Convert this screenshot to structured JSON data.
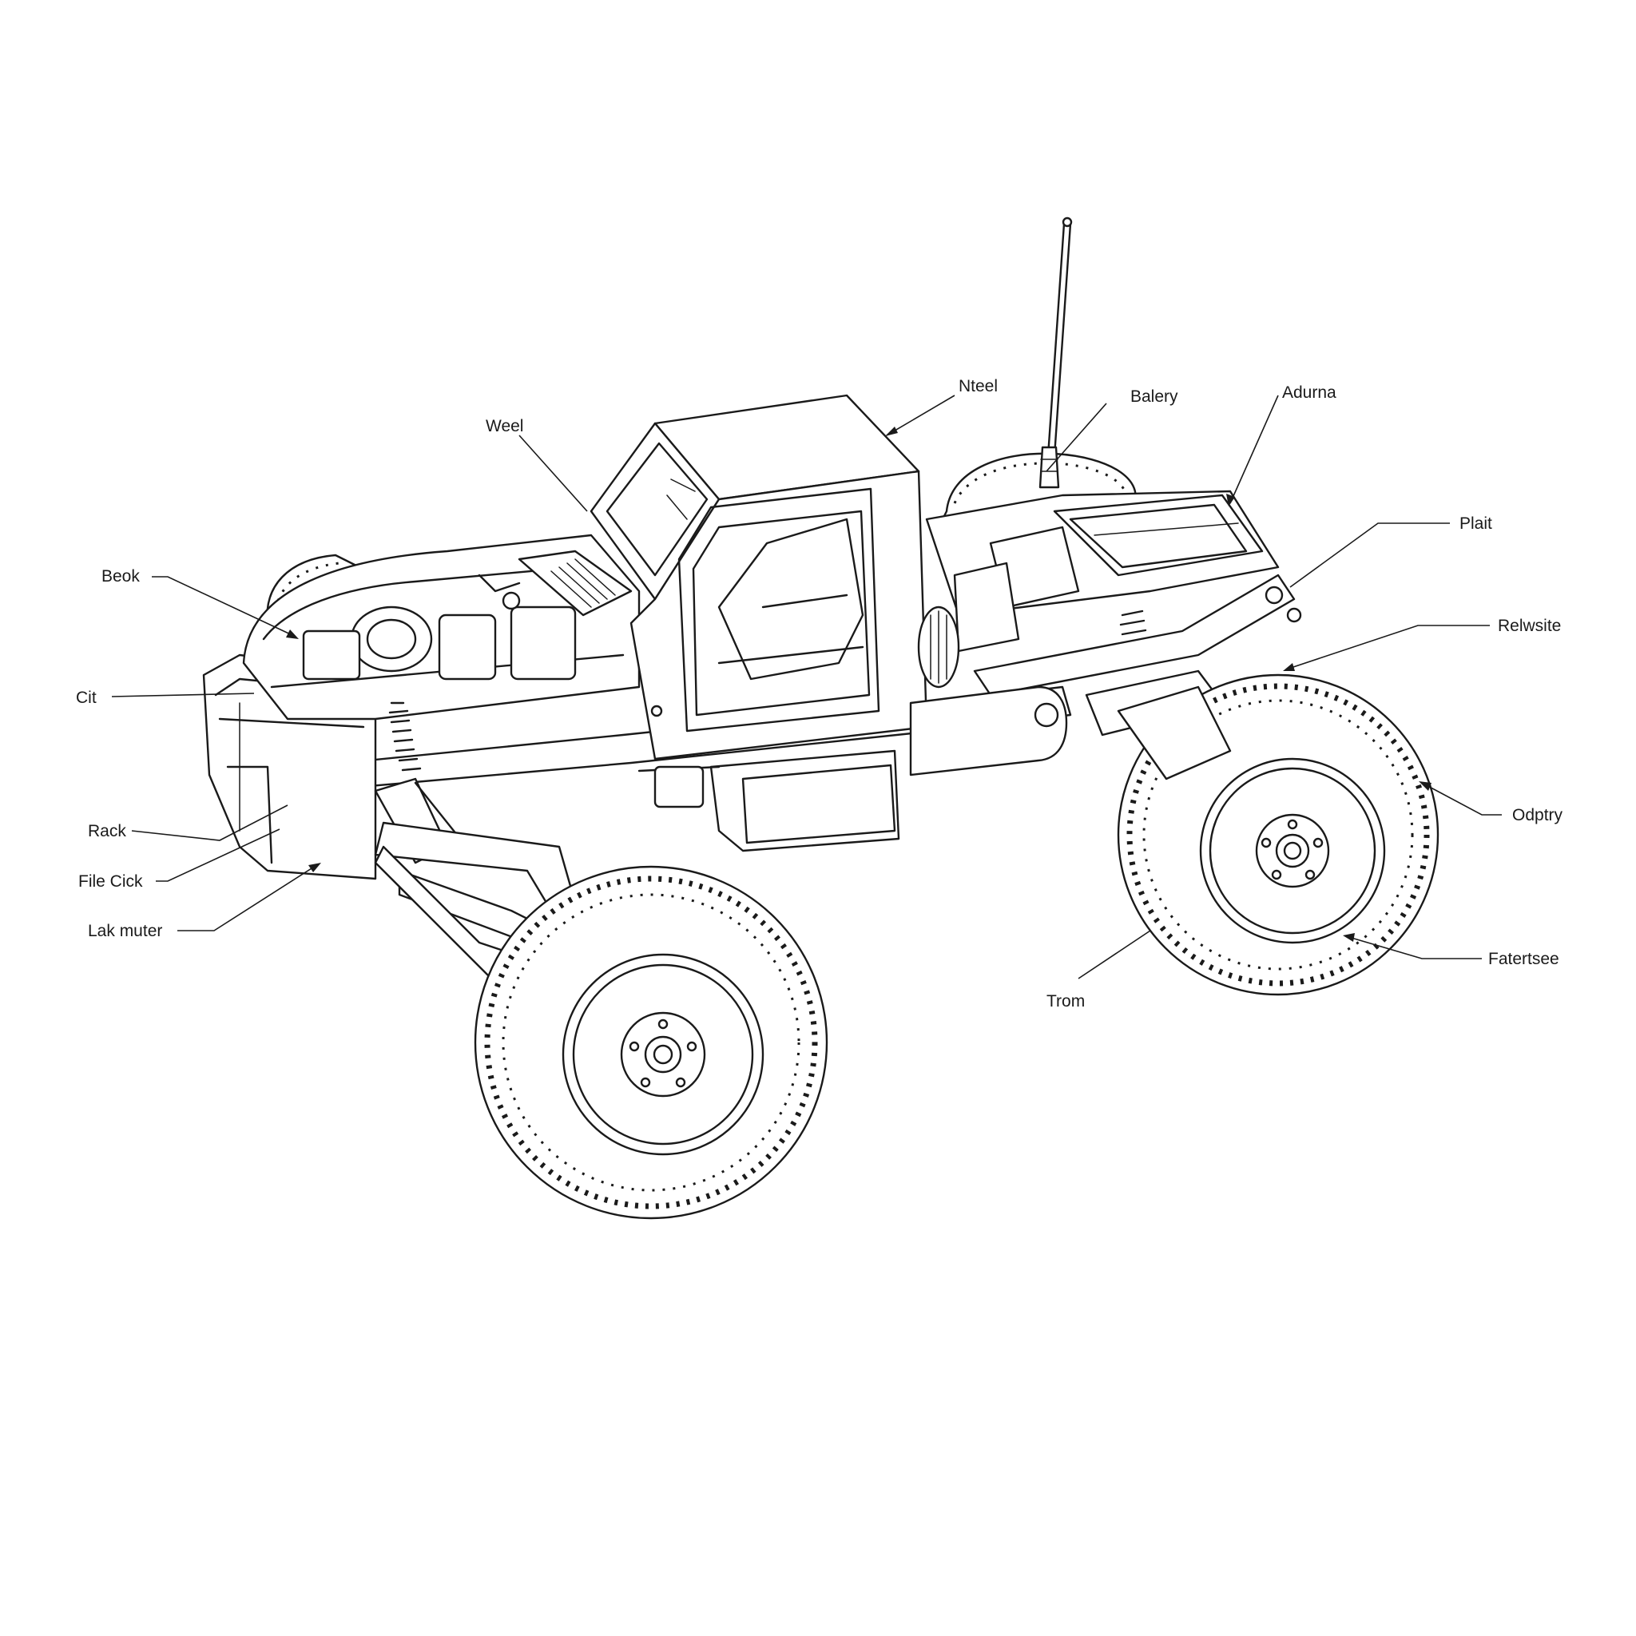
{
  "colors": {
    "background": "#ffffff",
    "ink": "#1a1a1a"
  },
  "labels": {
    "weel": "Weel",
    "nteel": "Nteel",
    "balery": "Balery",
    "adurna": "Adurna",
    "beok": "Beok",
    "plait": "Plait",
    "relwsite": "Relwsite",
    "cit": "Cit",
    "rack": "Rack",
    "file_cick": "File Cick",
    "lak_muter": "Lak muter",
    "odptry": "Odptry",
    "fatertsee": "Fatertsee",
    "trom": "Trom"
  }
}
